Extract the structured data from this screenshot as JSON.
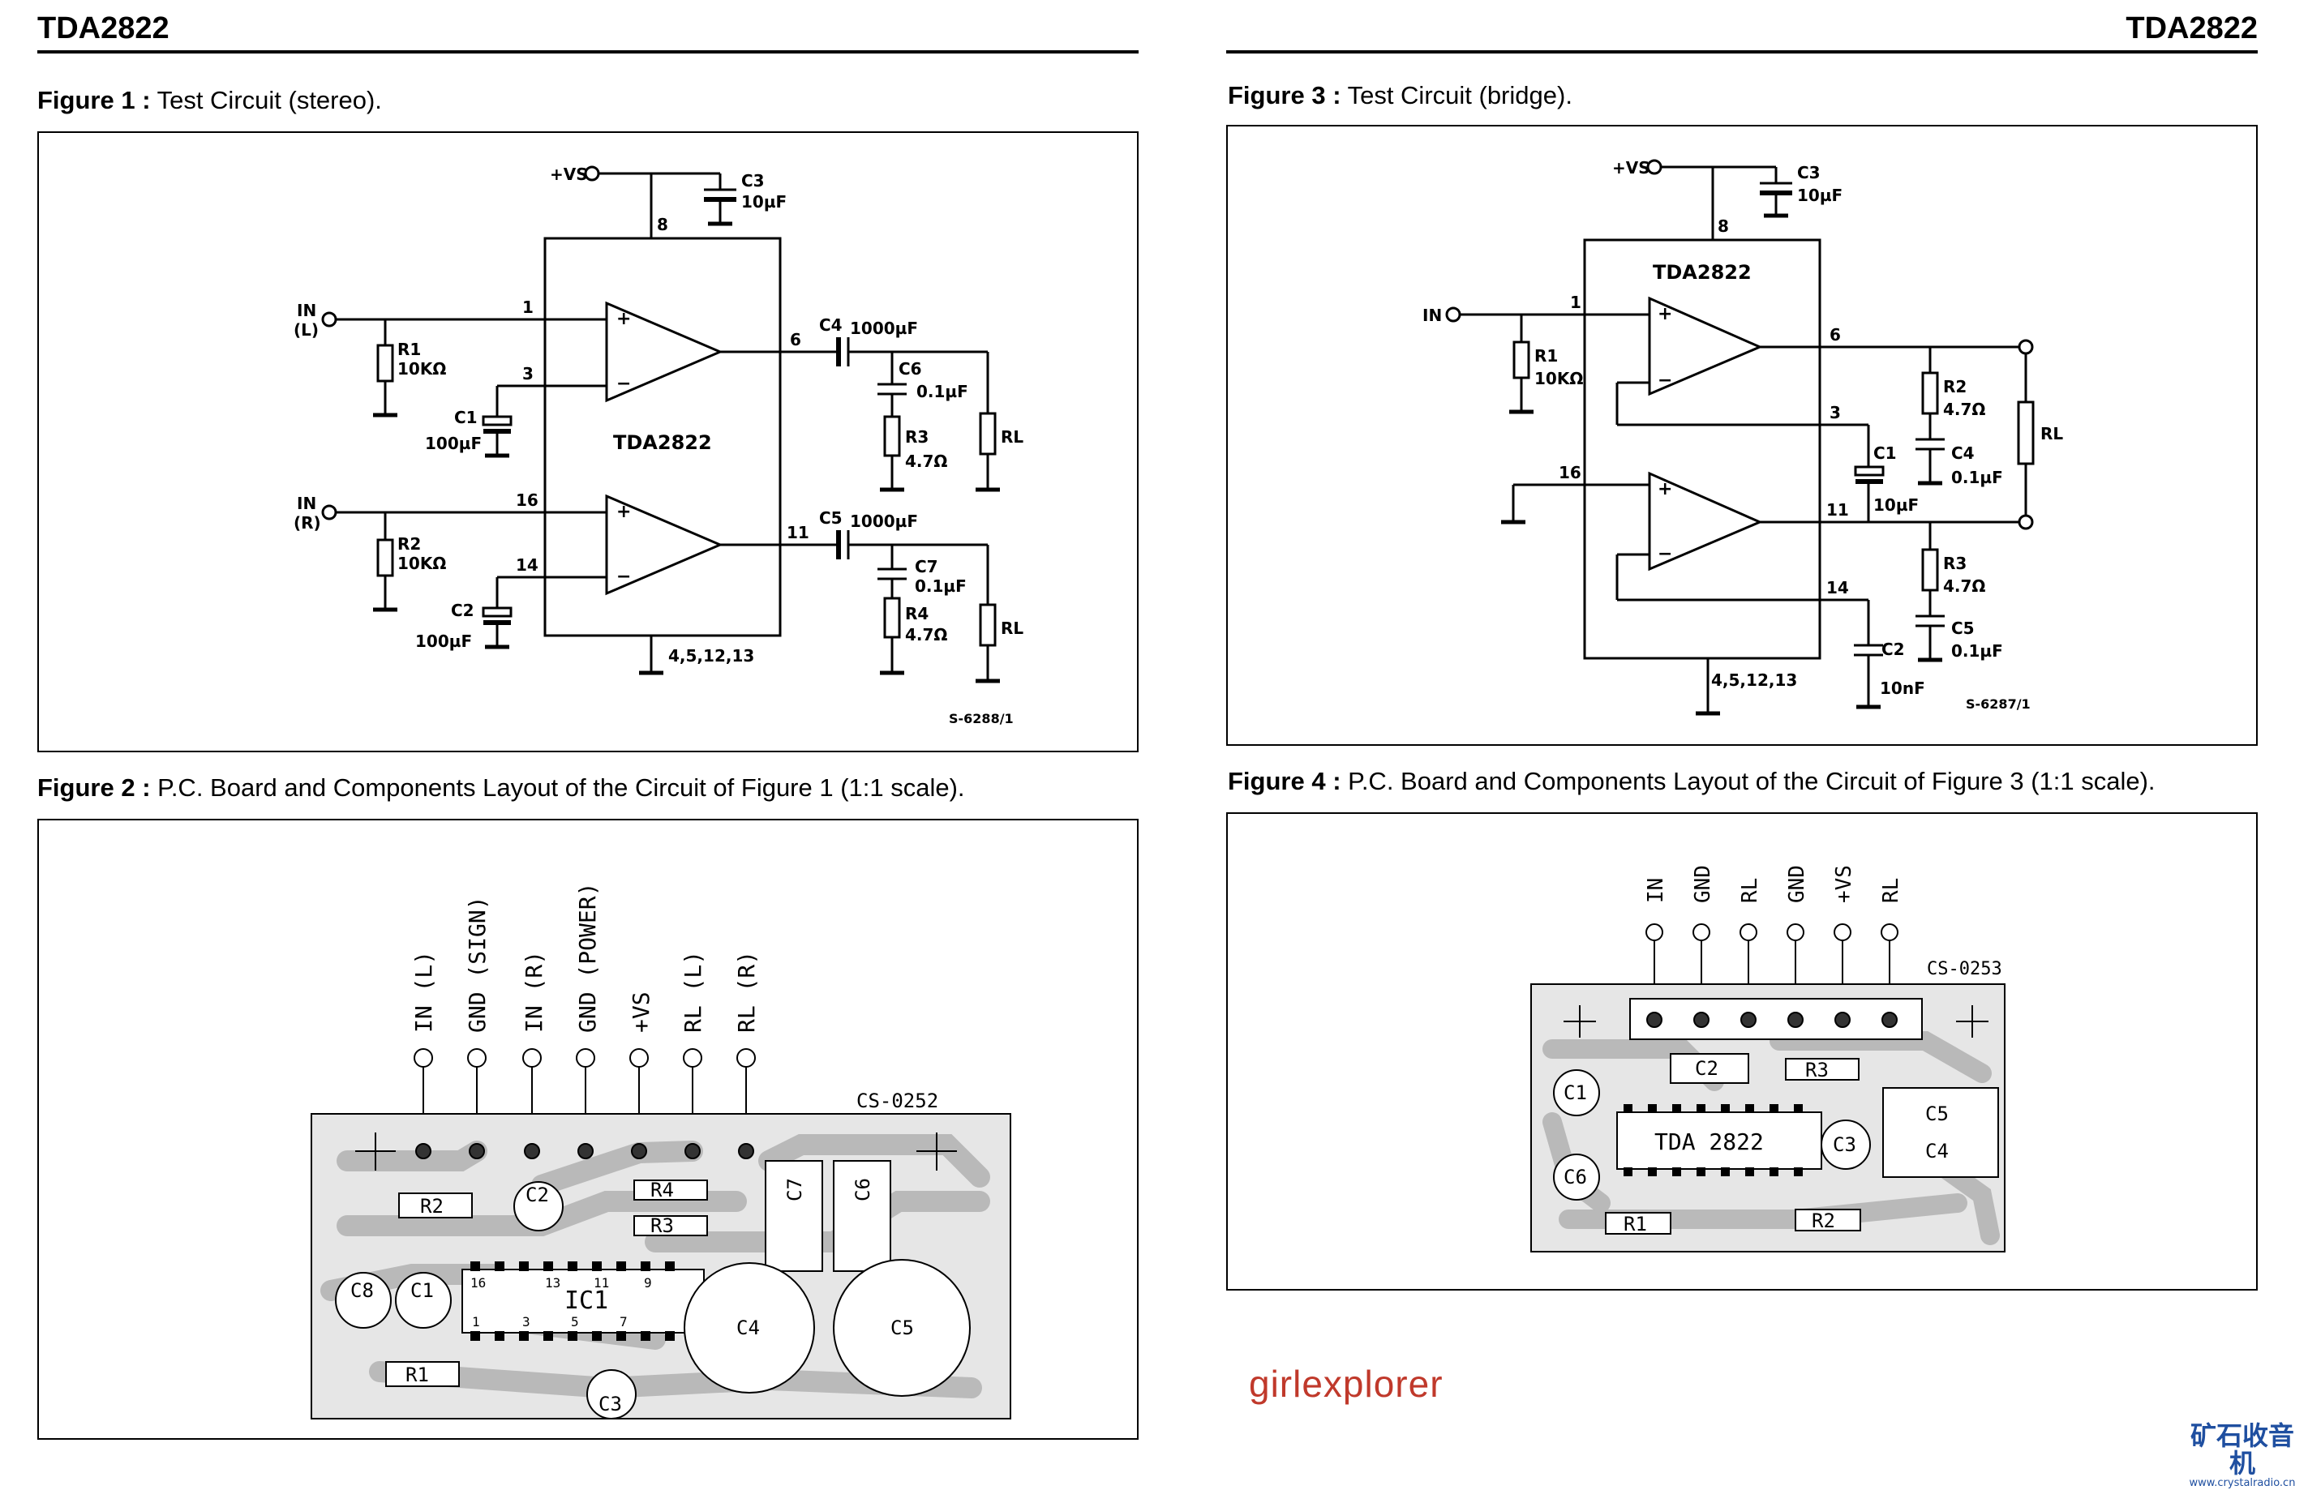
{
  "header": {
    "left_title": "TDA2822",
    "right_title": "TDA2822"
  },
  "figures": {
    "fig1": {
      "label": "Figure 1 :",
      "caption": "Test Circuit  (stereo).",
      "ref": "S-6288/1"
    },
    "fig2": {
      "label": "Figure 2 :",
      "caption": "P.C. Board and Components Layout of the Circuit of Figure 1 (1:1 scale).",
      "ref": "CS-0252"
    },
    "fig3": {
      "label": "Figure 3 :",
      "caption": "Test Circuit  (bridge).",
      "ref": "S-6287/1"
    },
    "fig4": {
      "label": "Figure 4 :",
      "caption": "P.C. Board and Components Layout of the Circuit of Figure 3 (1:1 scale).",
      "ref": "CS-0253"
    }
  },
  "fig1_labels": {
    "vs": "+VS",
    "c3": "C3",
    "c3v": "10µF",
    "pin8": "8",
    "in_l": "IN",
    "in_l2": "(L)",
    "in_r": "IN",
    "in_r2": "(R)",
    "r1": "R1",
    "r1v": "10KΩ",
    "r2": "R2",
    "r2v": "10KΩ",
    "c1": "C1",
    "c1v": "100µF",
    "c2": "C2",
    "c2v": "100µF",
    "pin1": "1",
    "pin3": "3",
    "pin16": "16",
    "pin14": "14",
    "pin6": "6",
    "pin11": "11",
    "chip": "TDA2822",
    "gnd_pins": "4,5,12,13",
    "c4": "C4",
    "c4v": "1000µF",
    "c5": "C5",
    "c5v": "1000µF",
    "c6": "C6",
    "c6v": "0.1µF",
    "c7": "C7",
    "c7v": "0.1µF",
    "r3": "R3",
    "r3v": "4.7Ω",
    "r4": "R4",
    "r4v": "4.7Ω",
    "rl": "RL"
  },
  "fig3_labels": {
    "vs": "+VS",
    "c3": "C3",
    "c3v": "10µF",
    "pin8": "8",
    "chip": "TDA2822",
    "in": "IN",
    "pin1": "1",
    "pin16": "16",
    "pin6": "6",
    "pin3": "3",
    "pin11": "11",
    "pin14": "14",
    "r1": "R1",
    "r1v": "10KΩ",
    "c1": "C1",
    "c1v": "10µF",
    "c2": "C2",
    "c2v": "10nF",
    "r2": "R2",
    "r2v": "4.7Ω",
    "c4": "C4",
    "c4v": "0.1µF",
    "r3": "R3",
    "r3v": "4.7Ω",
    "c5": "C5",
    "c5v": "0.1µF",
    "rl": "RL",
    "gnd_pins": "4,5,12,13"
  },
  "fig2_pins": [
    "IN (L)",
    "GND (SIGN)",
    "IN (R)",
    "GND (POWER)",
    "+VS",
    "RL (L)",
    "RL (R)"
  ],
  "fig2_parts": [
    "R2",
    "C2",
    "R4",
    "R3",
    "C7",
    "C6",
    "C8",
    "C1",
    "IC1",
    "C4",
    "C5",
    "R1",
    "C3"
  ],
  "fig2_pinnums": [
    "16",
    "13",
    "11",
    "9",
    "1",
    "3",
    "5",
    "7"
  ],
  "fig4_pins": [
    "IN",
    "GND",
    "RL",
    "GND",
    "+VS",
    "RL"
  ],
  "fig4_parts": [
    "C2",
    "R3",
    "C1",
    "TDA 2822",
    "C3",
    "C5",
    "C4",
    "C6",
    "R1",
    "R2"
  ],
  "watermark": "girlexplorer",
  "logo": {
    "main": "矿石收音机",
    "url": "www.crystalradio.cn"
  }
}
